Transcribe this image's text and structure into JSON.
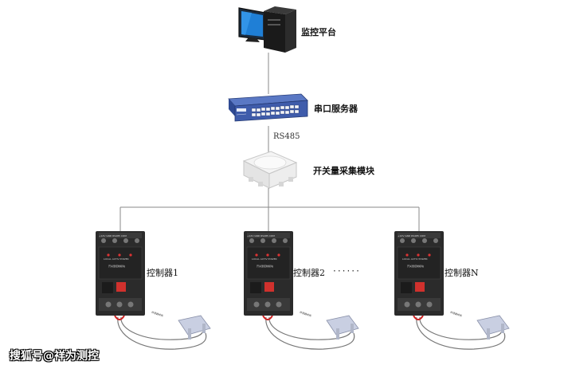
{
  "nodes": {
    "platform": {
      "label": "监控平台",
      "icon": "desktop-computer-icon"
    },
    "server": {
      "label": "串口服务器",
      "icon": "network-switch-icon"
    },
    "bus": {
      "label": "RS485"
    },
    "collector": {
      "label": "开关量采集模块",
      "icon": "switch-module-icon"
    },
    "controllers": [
      {
        "label": "控制器1"
      },
      {
        "label": "控制器2"
      },
      {
        "label": "控制器N"
      }
    ],
    "ellipsis": "······"
  },
  "device_print": {
    "header": "+12V GND RS485 COM",
    "leds": "LOCAL ACTIV POWER",
    "brand": "开关量控制模块"
  },
  "sensor_tag": "传感器线缆",
  "watermark": "搜狐号@祥为测控",
  "colors": {
    "line": "#888888",
    "device_body": "#2b2b2b",
    "red_switch": "#d0312d",
    "cable_red": "#cc1f1f",
    "switch_blue": "#3a56a8"
  }
}
